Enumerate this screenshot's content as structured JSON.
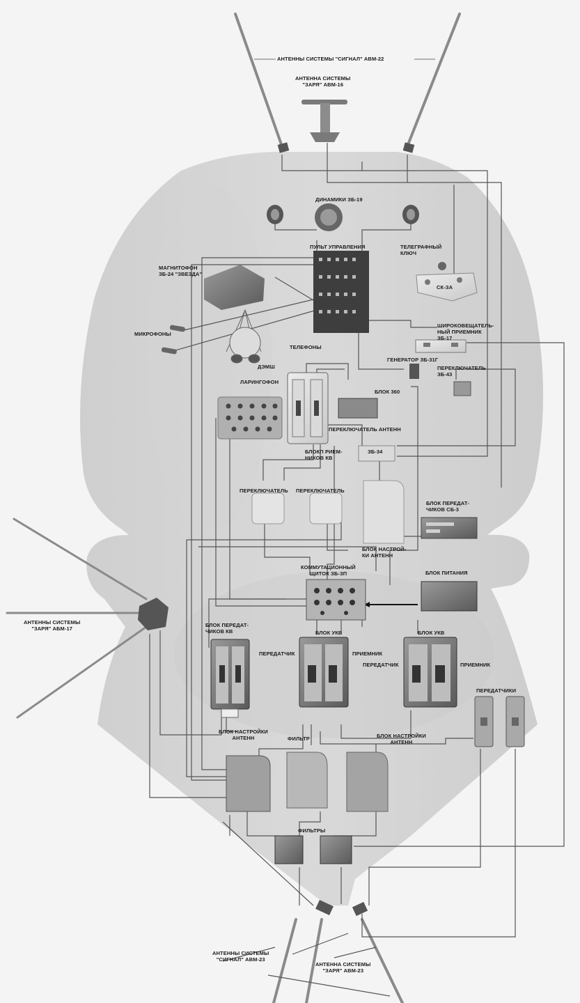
{
  "diagram": {
    "antenna_signal_top": "АНТЕННЫ СИСТЕМЫ \"СИГНАЛ\" АВМ-22",
    "antenna_zarya_top": "АНТЕННА СИСТЕМЫ\n\"ЗАРЯ\" АВМ-16",
    "speakers": "ДИНАМИКИ ЗБ-19",
    "control_panel": "ПУЛЬТ УПРАВЛЕНИЯ",
    "telegraph_key": "ТЕЛЕГРАФНЫЙ\nКЛЮЧ",
    "sk3a": "СК-ЗА",
    "recorder": "МАГНИТОФОН\nЗБ-24 \"ЗВЕЗДА\"",
    "microphones": "МИКРОФОНЫ",
    "phones": "ТЕЛЕФОНЫ",
    "demsh": "ДЭМШ",
    "laryngophone": "ЛАРИНГОФОН",
    "broadcast_receiver": "ШИРОКОВЕЩАТЕЛЬ-\nНЫЙ ПРИЕМНИК\nЗБ-17",
    "generator": "ГЕНЕРАТОР ЗБ-31Г",
    "switch_zb43": "ПЕРЕКЛЮЧАТЕЛЬ\nЗБ-43",
    "block_360": "БЛОК 360",
    "antenna_switch": "ПЕРЕКЛЮЧАТЕЛЬ АНТЕНН",
    "zb34": "ЗБ-34",
    "kv_receivers": "БЛОКП РИЕМ-\nНИКОВ КВ",
    "switch_left": "ПЕРЕКЛЮЧАТЕЛЬ",
    "switch_right": "ПЕРЕКЛЮЧАТЕЛЬ",
    "sb3_transmitters": "БЛОК ПЕРЕДАТ-\nЧИКОВ СБ-3",
    "antenna_tuning_upper": "БЛОК НАСТРОЙ-\nКИ АНТЕНН",
    "switchboard": "КОММУТАЦИОННЫЙ\nЩИТОК ЗБ-ЗП",
    "power_block": "БЛОК ПИТАНИЯ",
    "antenna_zarya_left": "АНТЕННЫ СИСТЕМЫ\n\"ЗАРЯ\" АБМ-17",
    "kv_transmitters": "БЛОК ПЕРЕДАТ-\nЧИКОВ КВ",
    "ukv_block_1": "БЛОК УКВ",
    "ukv_block_2": "БЛОК УКВ",
    "transmitter_1": "ПЕРЕДАТЧИК",
    "receiver_1": "ПРИЕМНИК",
    "transmitter_2": "ПЕРЕДАТЧИК",
    "receiver_2": "ПРИЕМНИК",
    "transmitters": "ПЕРЕДАТЧИКИ",
    "antenna_tuning_left": "БЛОК НАСТРОЙКИ\nАНТЕНН",
    "filter": "ФИЛЬТР",
    "antenna_tuning_right": "БЛОК НАСТРОЙКИ\nАНТЕНН",
    "filters": "ФИЛЬТРЫ",
    "antenna_signal_bottom": "АНТЕННЫ СИСТЕМЫ\n\"СИГНАЛ\" АВМ-23",
    "antenna_zarya_bottom": "АНТЕННА СИСТЕМЫ\n\"ЗАРЯ\" АВМ-23"
  }
}
